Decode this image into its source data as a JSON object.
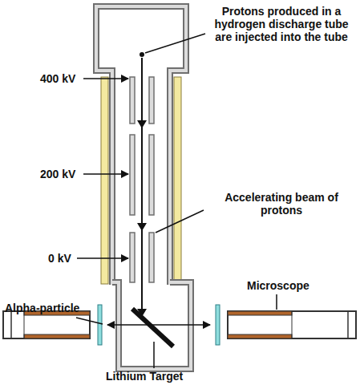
{
  "diagram": {
    "labels": [
      "Protons produced in a hydrogen discharge tube are injected into the tube",
      "400 kV",
      "200 kV",
      "Accelerating beam of protons",
      "0 kV",
      "Alpha-particle",
      "Microscope",
      "Lithium Target"
    ]
  }
}
